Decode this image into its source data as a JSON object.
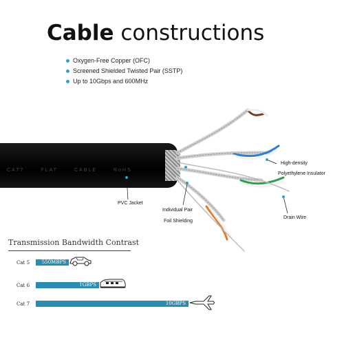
{
  "title": {
    "bold": "Cable",
    "rest": " constructions"
  },
  "bullets": [
    "Oxygen-Free Copper (OFC)",
    "Screened Shielded Twisted Pair (SSTP)",
    "Up to 10Gbps and 600MHz"
  ],
  "cable_print": [
    "CAT7",
    "FLAT",
    "CABLE",
    "RoHS"
  ],
  "labels": {
    "high_density": "High-density",
    "insulator": "Polyethylene Insulator",
    "pvc_jacket": "PVC Jacket",
    "individual_pair": "Individual Pair",
    "foil_shielding": "Foil Shielding",
    "drain_wire": "Drain Wire"
  },
  "bandwidth": {
    "title": "Transmission Bandwidth Contrast",
    "rows": [
      {
        "cat": "Cat 5",
        "speed": "550MBPS",
        "icon": "car-icon"
      },
      {
        "cat": "Cat 6",
        "speed": "1GBPS",
        "icon": "train-icon"
      },
      {
        "cat": "Cat 7",
        "speed": "10GBPS",
        "icon": "airplane-icon"
      }
    ]
  },
  "colors": {
    "accent": "#2aa3c7",
    "bar": "#2b8cb2"
  }
}
